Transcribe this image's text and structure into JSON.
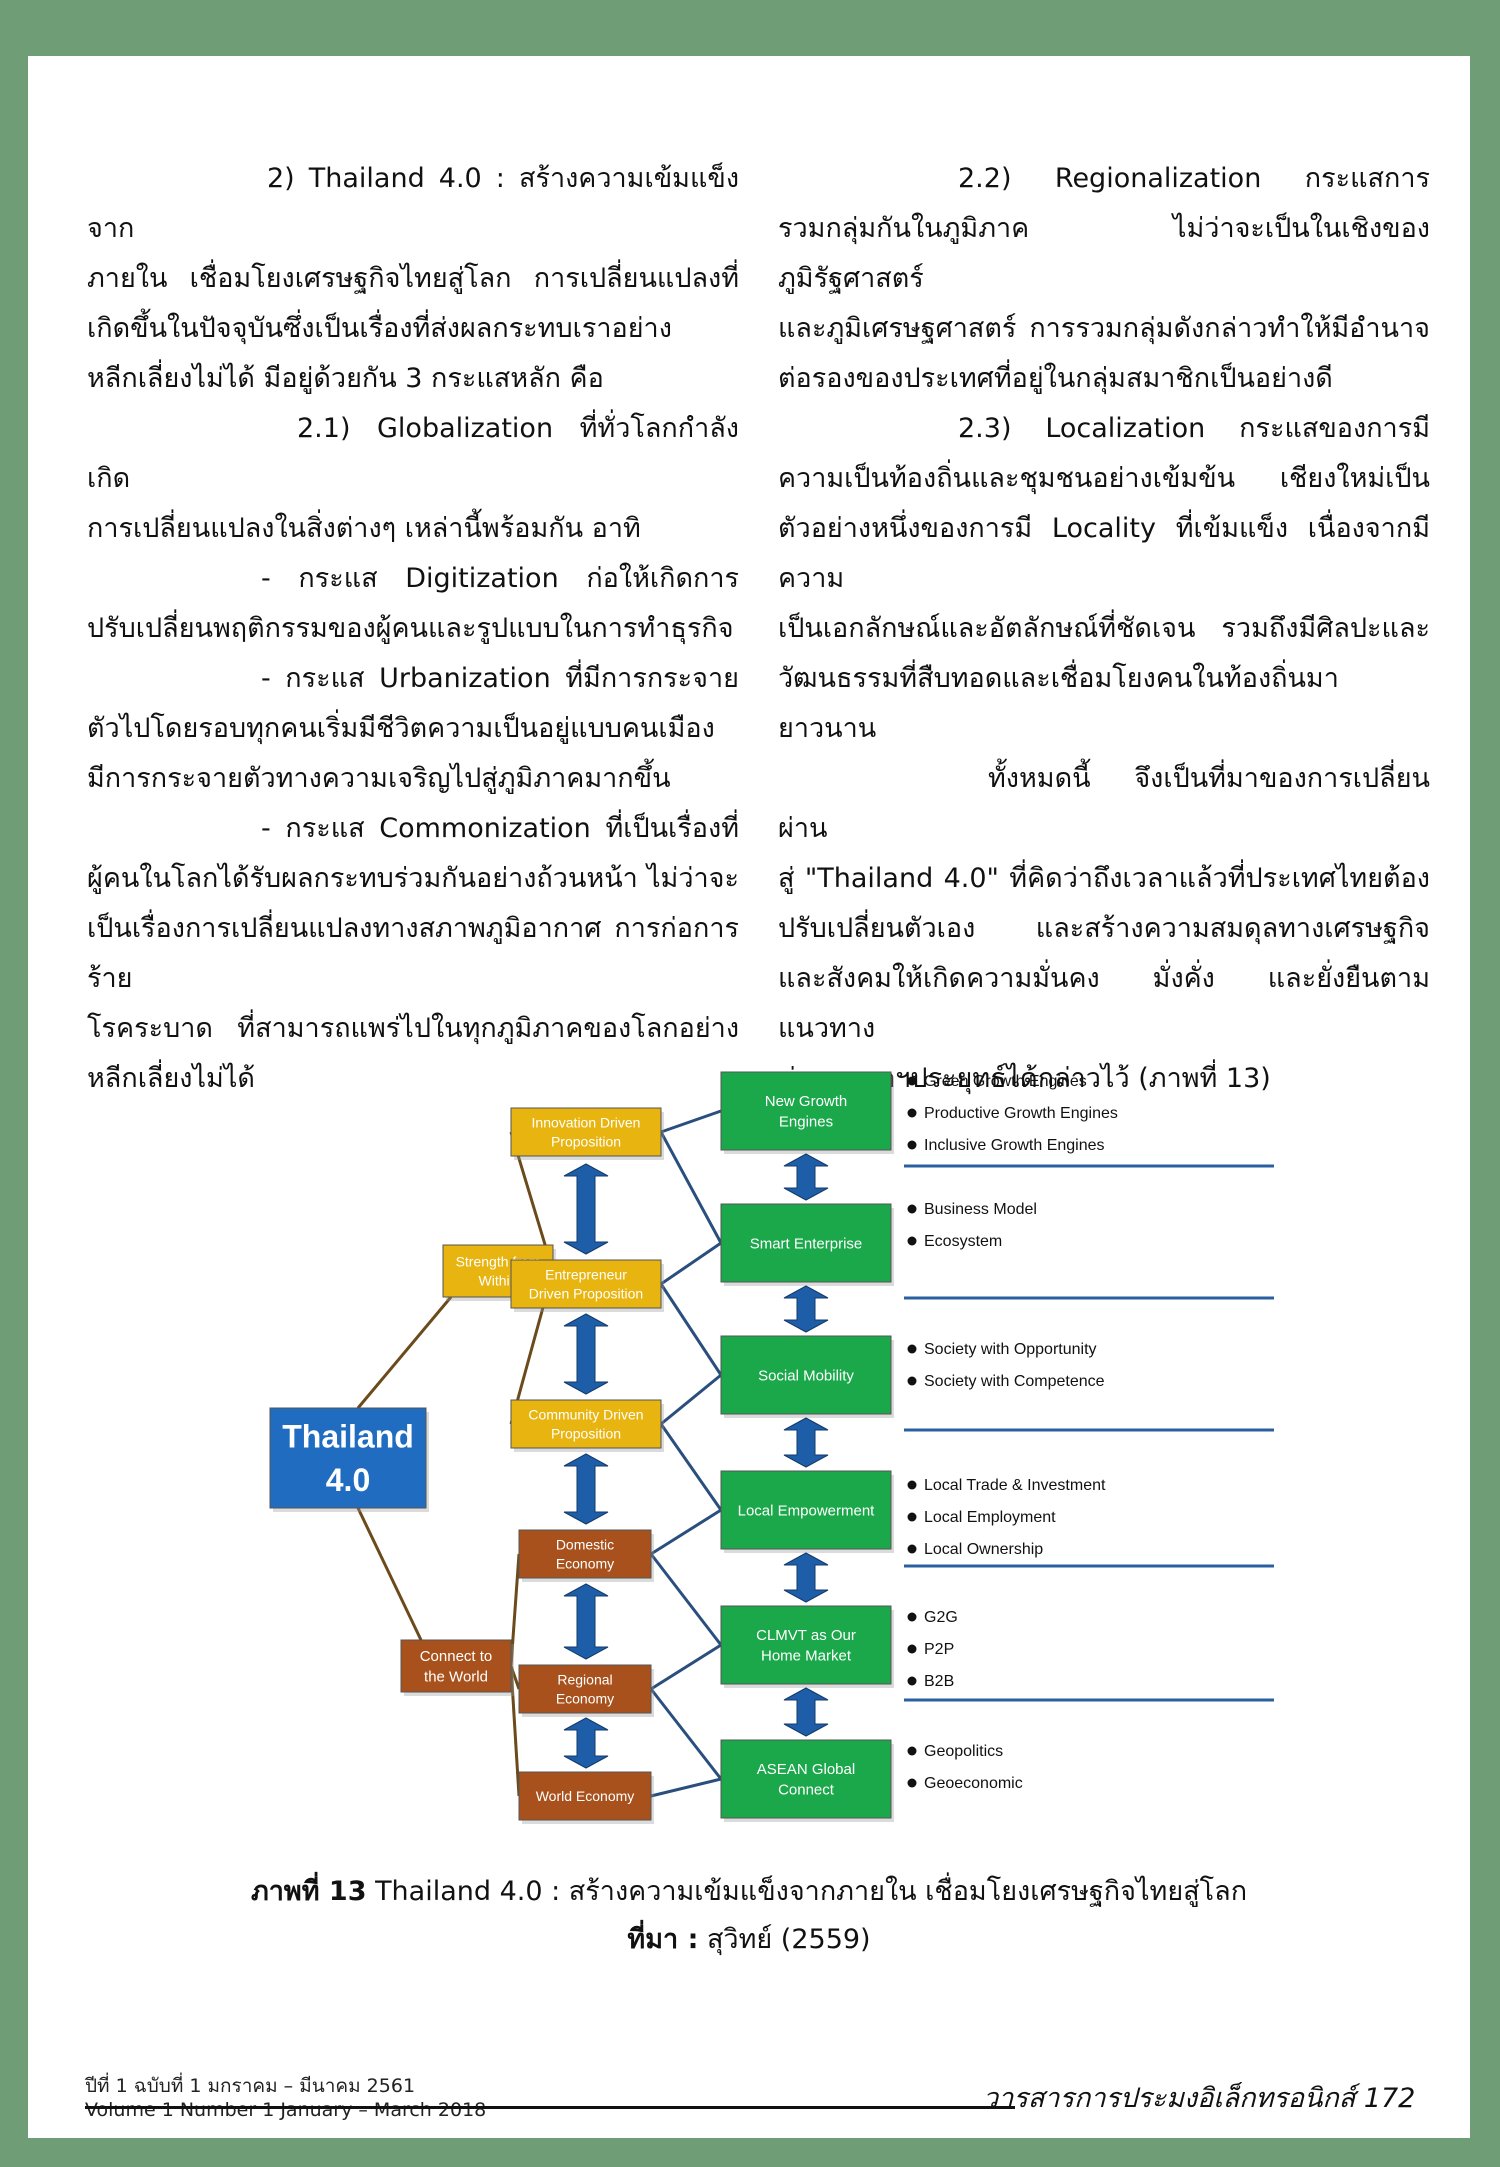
{
  "left_column": [
    "2) Thailand 4.0 : สร้างความเข้มแข็งจาก",
    "ภายใน เชื่อมโยงเศรษฐกิจไทยสู่โลก การเปลี่ยนแปลงที่",
    "เกิดขึ้นในปัจจุบันซึ่งเป็นเรื่องที่ส่งผลกระทบเราอย่าง",
    "หลีกเลี่ยงไม่ได้ มีอยู่ด้วยกัน 3 กระแสหลัก คือ",
    "2.1) Globalization ที่ทั่วโลกกำลังเกิด",
    "การเปลี่ยนแปลงในสิ่งต่างๆ เหล่านี้พร้อมกัน อาทิ",
    "- กระแส Digitization ก่อให้เกิดการ",
    "ปรับเปลี่ยนพฤติกรรมของผู้คนและรูปแบบในการทำธุรกิจ",
    "- กระแส Urbanization ที่มีการกระจาย",
    "ตัวไปโดยรอบทุกคนเริ่มมีชีวิตความเป็นอยู่แบบคนเมือง",
    "มีการกระจายตัวทางความเจริญไปสู่ภูมิภาคมากขึ้น",
    "- กระแส Commonization ที่เป็นเรื่องที่",
    "ผู้คนในโลกได้รับผลกระทบร่วมกันอย่างถ้วนหน้า ไม่ว่าจะ",
    "เป็นเรื่องการเปลี่ยนแปลงทางสภาพภูมิอากาศ การก่อการร้าย",
    "โรคระบาด ที่สามารถแพร่ไปในทุกภูมิภาคของโลกอย่าง",
    "หลีกเลี่ยงไม่ได้"
  ],
  "right_column": [
    "2.2) Regionalization กระแสการ",
    "รวมกลุ่มกันในภูมิภาค ไม่ว่าจะเป็นในเชิงของภูมิรัฐศาสตร์",
    "และภูมิเศรษฐศาสตร์ การรวมกลุ่มดังกล่าวทำให้มีอำนาจ",
    "ต่อรองของประเทศที่อยู่ในกลุ่มสมาชิกเป็นอย่างดี",
    "2.3) Localization กระแสของการมี",
    "ความเป็นท้องถิ่นและชุมชนอย่างเข้มข้น เชียงใหม่เป็น",
    "ตัวอย่างหนึ่งของการมี Locality ที่เข้มแข็ง เนื่องจากมีความ",
    "เป็นเอกลักษณ์และอัตลักษณ์ที่ชัดเจน รวมถึงมีศิลปะและ",
    "วัฒนธรรมที่สืบทอดและเชื่อมโยงคนในท้องถิ่นมายาวนาน",
    "ทั้งหมดนี้ จึงเป็นที่มาของการเปลี่ยนผ่าน",
    "สู่ \"Thailand 4.0\" ที่คิดว่าถึงเวลาแล้วที่ประเทศไทยต้อง",
    "ปรับเปลี่ยนตัวเอง และสร้างความสมดุลทางเศรษฐกิจ",
    "และสังคมให้เกิดความมั่นคง มั่งคั่ง และยั่งยืนตามแนวทาง",
    "ท่านนายกฯประยุทธ์ได้กล่าวไว้ (ภาพที่ 13)"
  ],
  "diagram": {
    "root": [
      "Thailand",
      "4.0"
    ],
    "branch_top": [
      "Strength from",
      "Within"
    ],
    "branch_bottom": [
      "Connect to",
      "the World"
    ],
    "yellow_boxes": [
      [
        "Innovation Driven",
        "Proposition"
      ],
      [
        "Entrepreneur",
        "Driven Proposition"
      ],
      [
        "Community Driven",
        "Proposition"
      ]
    ],
    "brown_boxes": [
      [
        "Domestic",
        "Economy"
      ],
      [
        "Regional",
        "Economy"
      ],
      [
        "World Economy"
      ]
    ],
    "green_boxes": [
      [
        "New Growth",
        "Engines"
      ],
      [
        "Smart Enterprise"
      ],
      [
        "Social Mobility"
      ],
      [
        "Local Empowerment"
      ],
      [
        "CLMVT as Our",
        "Home Market"
      ],
      [
        "ASEAN Global",
        "Connect"
      ]
    ],
    "bullets": [
      [
        "Green Growth Engines",
        "Productive Growth Engines",
        "Inclusive Growth Engines"
      ],
      [
        "Business Model",
        "Ecosystem"
      ],
      [
        "Society with Opportunity",
        "Society with Competence"
      ],
      [
        "Local Trade & Investment",
        "Local Employment",
        "Local Ownership"
      ],
      [
        "G2G",
        "P2P",
        "B2B"
      ],
      [
        "Geopolitics",
        "Geoeconomic"
      ]
    ],
    "colors": {
      "root": "#1f6cc0",
      "yellow": "#e8b40f",
      "brown": "#a8511c",
      "green": "#1aa84a",
      "arrow": "#1e5ea8",
      "line_blue": "#2a4f7e",
      "line_brown": "#6b4a1c"
    }
  },
  "caption": {
    "label": "ภาพที่ 13",
    "text": " Thailand 4.0 : สร้างความเข้มแข็งจากภายใน เชื่อมโยงเศรษฐกิจไทยสู่โลก",
    "source_label": "ที่มา :",
    "source_text": " สุวิทย์ (2559)"
  },
  "footer": {
    "issue_th": "ปีที่ 1 ฉบับที่ 1 มกราคม – มีนาคม 2561",
    "issue_en": "Volume 1 Number 1 January – March 2018",
    "journal": "วารสารการประมงอิเล็กทรอนิกส์ 172"
  }
}
